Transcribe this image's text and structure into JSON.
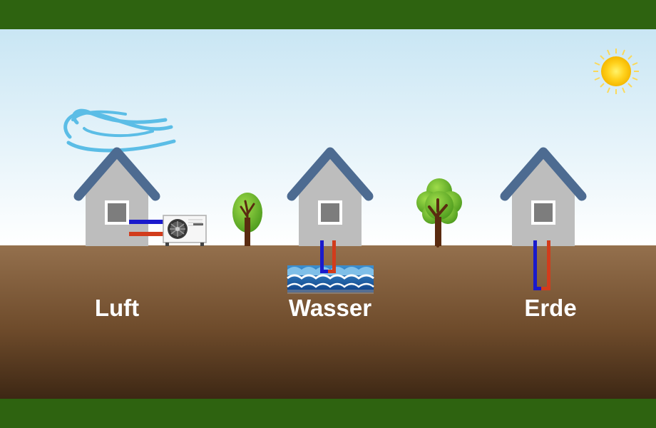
{
  "labels": {
    "air": "Luft",
    "water": "Wasser",
    "ground": "Erde"
  },
  "colors": {
    "band": "#2e6310",
    "sky_top": "#c9e6f4",
    "sky_bottom": "#ffffff",
    "soil_top": "#94704d",
    "soil_bottom": "#3d2714",
    "roof": "#4d6b91",
    "house_wall": "#bdbdbd",
    "window": "#7d7d7d",
    "pipe_cold": "#1a1acc",
    "pipe_hot": "#d23c1c",
    "wind": "#5bbde6",
    "sun": "#ffd21e",
    "water": "#1f5fa6",
    "foliage": "#6ab82e",
    "trunk": "#5a2b10"
  },
  "icons": [
    "wind-icon",
    "sun-icon",
    "house-icon",
    "heat-pump-unit-icon",
    "tree-icon",
    "water-waves-icon",
    "ground-probe-icon"
  ]
}
